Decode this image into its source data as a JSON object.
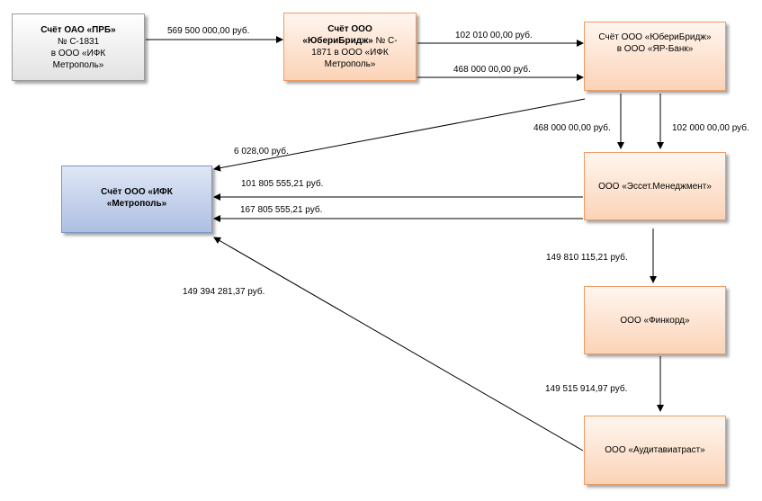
{
  "nodes": {
    "prb_account": {
      "line1": "Счёт ОАО «ПРБ»",
      "line2": "№ С-1831",
      "line3": "в ООО «ИФК",
      "line4": "Метрополь»"
    },
    "yuberbridge_account": {
      "line1": "Счёт ООО",
      "line2_bold": "«ЮбериБридж»",
      "line2_rest": " № С-",
      "line3": "1871 в ООО «ИФК",
      "line4": "Метрополь»"
    },
    "yuberbridge_yar": {
      "line1": "Счёт ООО «ЮбериБридж»",
      "line2": "в ООО «ЯР-Банк»"
    },
    "ifk_account": {
      "line1": "Счёт ООО «ИФК",
      "line2": "«Метрополь»"
    },
    "asset_mgmt": {
      "label": "ООО «Эссет.Менеджмент»"
    },
    "fincord": {
      "label": "ООО «Финкорд»"
    },
    "audit": {
      "label": "ООО «Аудитавиатраст»"
    }
  },
  "edges": {
    "prb_to_yuber": "569 500 000,00 руб.",
    "yuber_to_yar_1": "102 010 00,00 руб.",
    "yuber_to_yar_2": "468 000 00,00 руб.",
    "yar_to_ifk": "6 028,00 руб.",
    "yar_to_asset_1": "468 000 00,00 руб.",
    "yar_to_asset_2": "102 000 00,00 руб.",
    "asset_to_ifk_1": "101 805 555,21 руб.",
    "asset_to_ifk_2": "167 805 555,21 руб.",
    "asset_to_fincord": "149 810 115,21 руб.",
    "fincord_to_audit": "149 515 914,97 руб.",
    "audit_to_ifk": "149 394 281,37 руб."
  },
  "colors": {
    "orange_border": "#ee9a62",
    "blue_border": "#7d95c6",
    "gray_border": "#9a9a9a",
    "arrow": "#000000"
  }
}
